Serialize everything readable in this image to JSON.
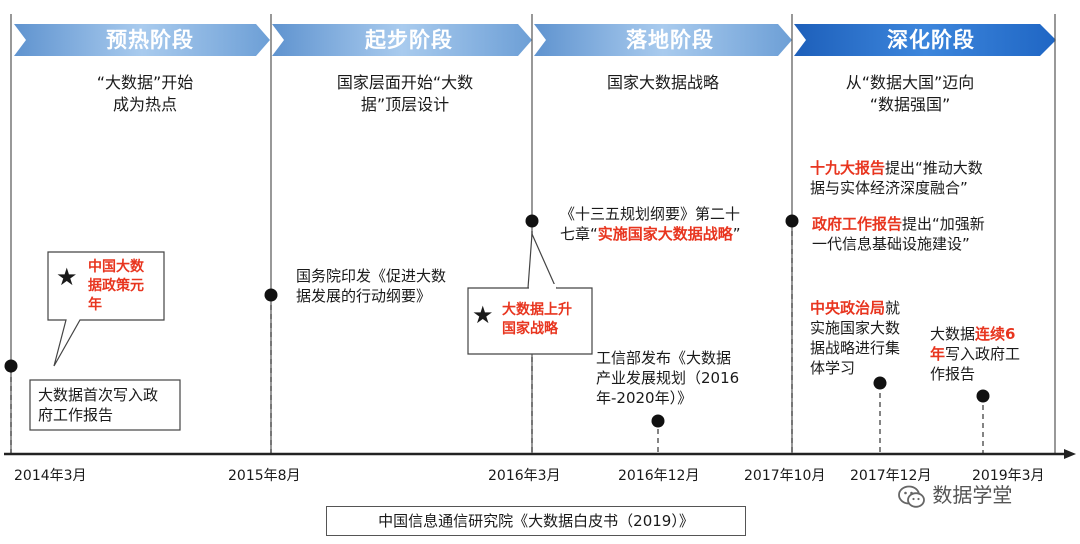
{
  "stages": [
    {
      "label": "预热阶段",
      "desc_lines": [
        "“大数据”开始",
        "成为热点"
      ]
    },
    {
      "label": "起步阶段",
      "desc_lines": [
        "国家层面开始“大数",
        "据”顶层设计"
      ]
    },
    {
      "label": "落地阶段",
      "desc_lines": [
        "国家大数据战略"
      ]
    },
    {
      "label": "深化阶段",
      "desc_lines": [
        "从“数据大国”迈向",
        "“数据强国”"
      ]
    }
  ],
  "dates": [
    "2014年3月",
    "2015年8月",
    "2016年3月",
    "2016年12月",
    "2017年10月",
    "2017年12月",
    "2019年3月"
  ],
  "callouts": {
    "policy_year": {
      "star": "★",
      "text_lines": [
        "中国大数",
        "据政策元",
        "年"
      ]
    },
    "first_report": {
      "lines": [
        "大数据首次写入政",
        "府工作报告"
      ]
    },
    "strategy_upgrade": {
      "star": "★",
      "text_lines": [
        "大数据上升",
        "国家战略"
      ]
    }
  },
  "events": {
    "e2015": {
      "lines": [
        "国务院印发《促进大数",
        "据发展的行动纲要》"
      ]
    },
    "e2016_03": {
      "line1": "《十三五规划纲要》第二十",
      "line2_prefix": "七章“",
      "line2_highlight": "实施国家大数据战略",
      "line2_suffix": "”"
    },
    "e2016_12": {
      "lines": [
        "工信部发布《大数据",
        "产业发展规划（2016",
        "年-2020年）》"
      ]
    },
    "e2017_10_a": {
      "highlight": "十九大报告",
      "line1_rest": "提出“推动大数",
      "line2": "据与实体经济深度融合”"
    },
    "e2017_10_b": {
      "highlight": "政府工作报告",
      "line1_rest": "提出“加强新",
      "line2": "一代信息基础设施建设”"
    },
    "e2017_12": {
      "highlight": "中央政治局",
      "line1_rest": "就",
      "lines": [
        "实施国家大数",
        "据战略进行集",
        "体学习"
      ]
    },
    "e2019": {
      "line1_prefix": "大数据",
      "highlight1": "连续6",
      "highlight2": "年",
      "line2_rest": "写入政府工",
      "line3": "作报告"
    }
  },
  "source": "中国信息通信研究院《大数据白皮书（2019）》",
  "watermark": "数据学堂",
  "colors": {
    "stage_light": "#8db8e4",
    "stage_mid": "#6aa0d8",
    "stage_dark": "#1f66c4",
    "accent_red": "#e8351f",
    "axis": "#333333"
  }
}
